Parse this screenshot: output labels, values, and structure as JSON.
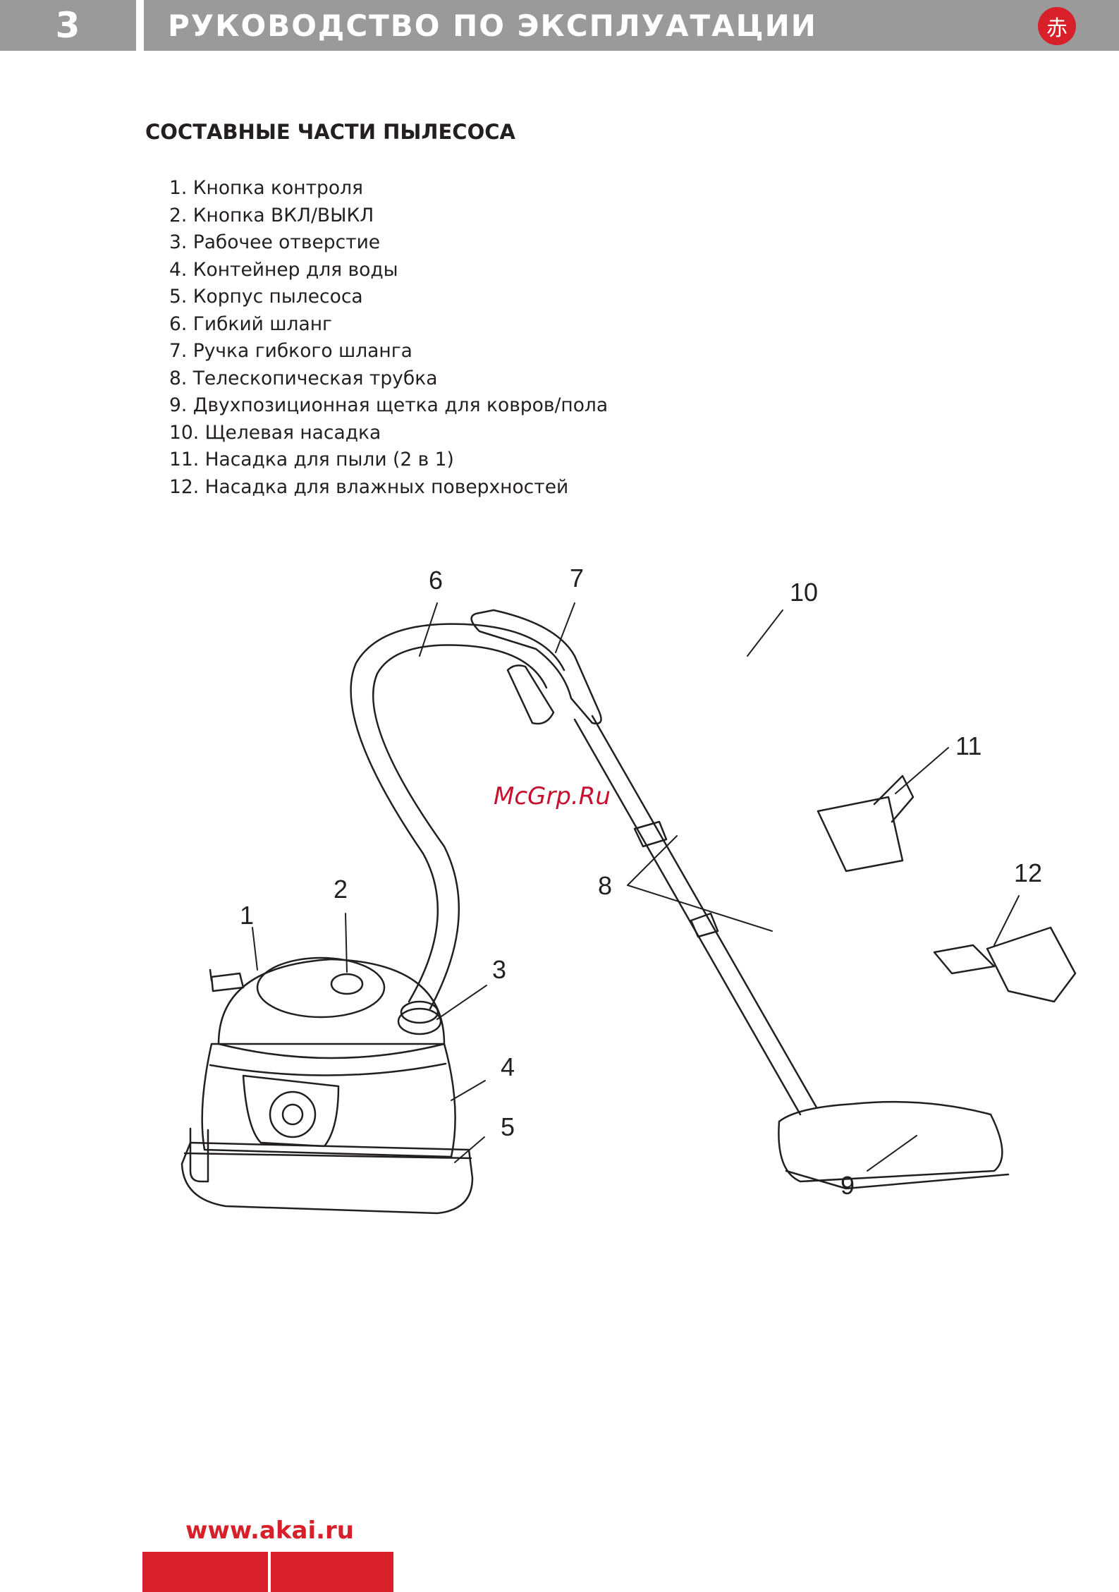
{
  "header": {
    "page_number": "3",
    "title": "РУКОВОДСТВО ПО ЭКСПЛУАТАЦИИ",
    "logo_glyph": "赤"
  },
  "section": {
    "title": "СОСТАВНЫЕ ЧАСТИ ПЫЛЕСОСА"
  },
  "parts": [
    "1. Кнопка контроля",
    "2. Кнопка ВКЛ/ВЫКЛ",
    "3. Рабочее отверстие",
    "4. Контейнер для воды",
    "5. Корпус пылесоса",
    "6. Гибкий шланг",
    "7. Ручка гибкого шланга",
    "8. Телескопическая трубка",
    "9. Двухпозиционная щетка для ковров/пола",
    "10. Щелевая насадка",
    "11. Насадка для пыли (2 в 1)",
    "12. Насадка для влажных поверхностей"
  ],
  "callouts": [
    "1",
    "2",
    "3",
    "4",
    "5",
    "6",
    "7",
    "8",
    "9",
    "10",
    "11",
    "12"
  ],
  "watermark": "McGrp.Ru",
  "footer": {
    "url": "www.akai.ru"
  },
  "colors": {
    "header_gray": "#9a9a9b",
    "brand_red": "#d7202a",
    "text": "#231f20"
  }
}
